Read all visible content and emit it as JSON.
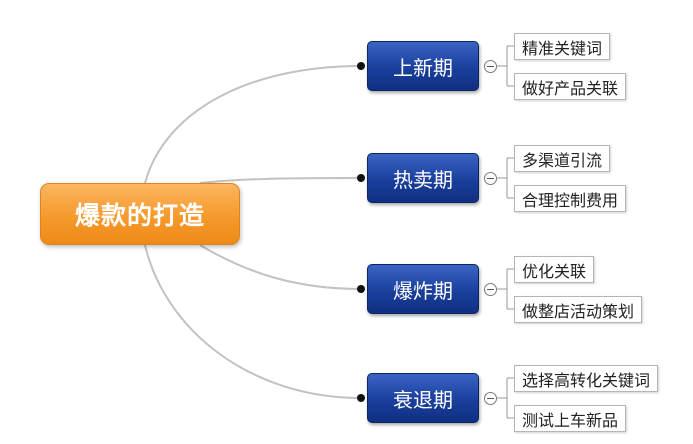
{
  "root": {
    "label": "爆款的打造"
  },
  "stages": [
    {
      "label": "上新期",
      "tasks": [
        "精准关键词",
        "做好产品关联"
      ]
    },
    {
      "label": "热卖期",
      "tasks": [
        "多渠道引流",
        "合理控制费用"
      ]
    },
    {
      "label": "爆炸期",
      "tasks": [
        "优化关联",
        "做整店活动策划"
      ]
    },
    {
      "label": "衰退期",
      "tasks": [
        "选择高转化关键词",
        "测试上车新品"
      ]
    }
  ],
  "colors": {
    "root_fill": "#f59a2c",
    "stage_fill": "#1a3f9c",
    "connector": "#c2c2c2",
    "task_border": "#b5b5b5"
  }
}
